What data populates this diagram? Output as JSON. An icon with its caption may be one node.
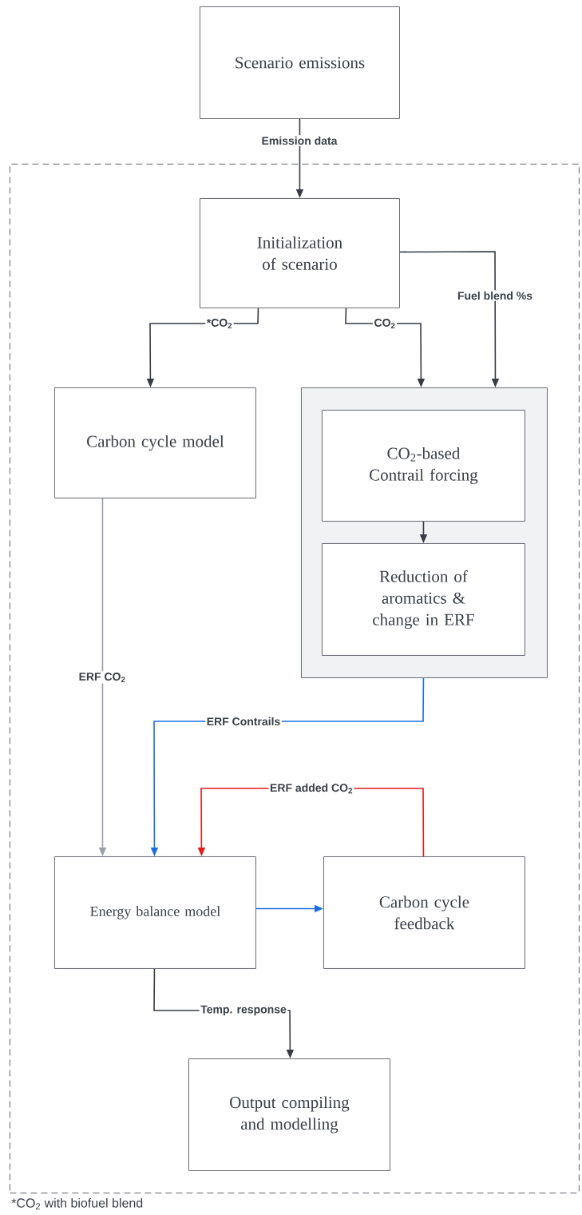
{
  "diagram": {
    "nodes": [
      {
        "text": [
          "Scenario emissions"
        ]
      },
      {
        "text": [],
        "shape": "box"
      },
      {
        "text": [
          "Initialization of scenario"
        ],
        "in": 1
      },
      {
        "text": [
          "Carbon cycle model"
        ],
        "in": 1
      },
      {
        "text": [],
        "shape": "box",
        "in": 1
      },
      {
        "text": [
          "CO$_{2}$-based Contrail forcing"
        ],
        "in": 4
      },
      {
        "text": [
          "Reduction of aromatics & change in ERF"
        ],
        "in": 4
      },
      {
        "text": [
          "Energy balance model"
        ],
        "in": 1
      },
      {
        "text": [
          "Carbon cycle feedback"
        ],
        "in": 1
      },
      {
        "text": [
          "Output compiling and modelling"
        ],
        "in": 1
      }
    ],
    "edges": [
      {
        "from": 0,
        "to": 2,
        "arrow": "to",
        "label": "Emission data"
      },
      {
        "from": 2,
        "to": 3,
        "arrow": "to",
        "label": "*CO$_{2}$"
      },
      {
        "from": 2,
        "to": 4,
        "arrow": "to",
        "label": "CO$_{2}$"
      },
      {
        "from": 2,
        "to": 4,
        "arrow": "to",
        "label": "Fuel blend %s"
      },
      {
        "from": 5,
        "to": 6,
        "arrow": "to"
      },
      {
        "from": 3,
        "to": 7,
        "arrow": "to",
        "label": "ERF CO$_{2}$",
        "color": "#9a9fa8"
      },
      {
        "from": 4,
        "to": 7,
        "arrow": "to",
        "label": "ERF Contrails",
        "color": "#1a6fe0"
      },
      {
        "from": 8,
        "to": 7,
        "arrow": "to",
        "label": "ERF added CO$_{2}$",
        "color": "#e31b1b"
      },
      {
        "from": 7,
        "to": 8,
        "arrow": "to",
        "color": "#1a6fe0"
      },
      {
        "from": 7,
        "to": 9,
        "arrow": "to",
        "label": "Temp. response"
      }
    ],
    "labels": [
      "*CO$_{2}$ with biofuel blend"
    ]
  }
}
